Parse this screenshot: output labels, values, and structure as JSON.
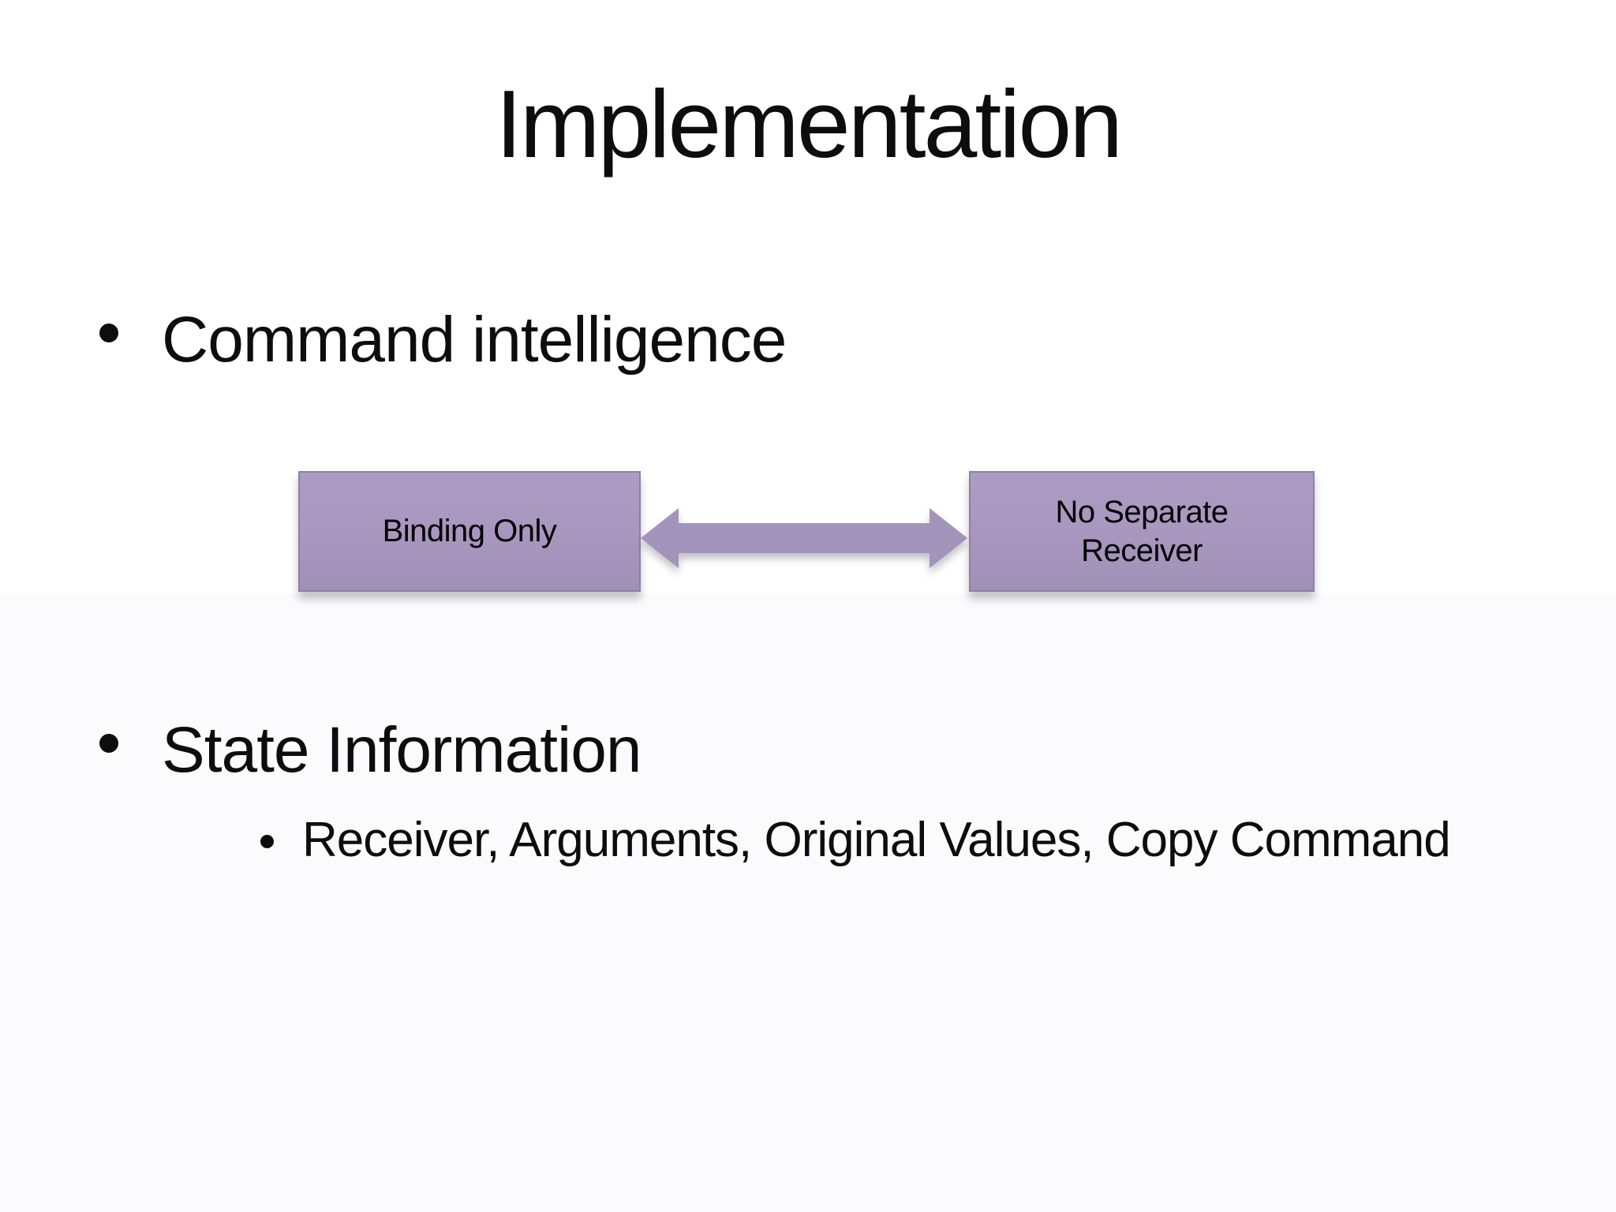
{
  "slide": {
    "title": "Implementation",
    "bullets": {
      "command_intelligence": "Command intelligence",
      "state_information": "State Information",
      "state_information_sub": "Receiver, Arguments, Original Values, Copy Command"
    },
    "diagram": {
      "left_box_label": "Binding Only",
      "right_box_label": "No Separate Receiver",
      "connector": "double-headed-horizontal-arrow"
    },
    "colors": {
      "background": "#ffffff",
      "text": "#0d0d0d",
      "box_fill": "#a896be",
      "box_border": "#8f7ea9",
      "arrow_fill": "#a294bb"
    }
  }
}
